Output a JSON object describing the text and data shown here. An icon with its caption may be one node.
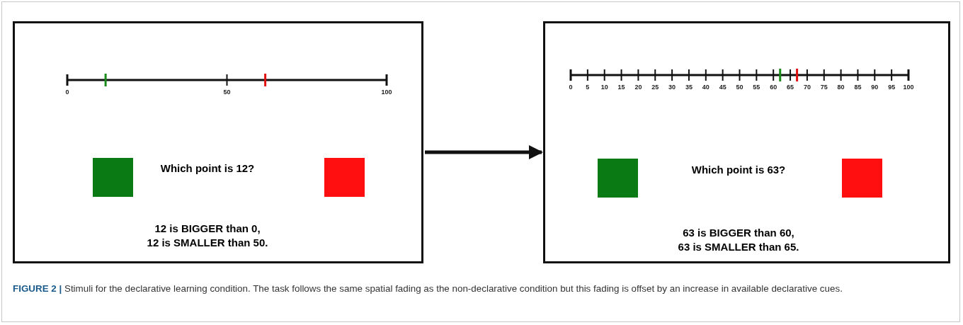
{
  "diagram": {
    "caption": "**FIGURE 2 |** Stimuli for the declarative learning condition. The task follows the same spatial fading as the non-declarative condition but this fading is offset by an increase in available declarative cues.",
    "nodes": [
      {
        "text": [
          "Which point is 12?",
          "12 is BIGGER than 0, 12 is SMALLER than 50."
        ]
      },
      {
        "text": [
          "Which point is 63?",
          "63 is BIGGER than 60, 63 is SMALLER than 65."
        ]
      }
    ],
    "edges": [
      {
        "from": 0,
        "to": 1,
        "arrow": "to"
      }
    ],
    "labels": [
      "0",
      "50",
      "100",
      "0",
      "5",
      "10",
      "15",
      "20",
      "25",
      "30",
      "35",
      "40",
      "45",
      "50",
      "55",
      "60",
      "65",
      "70",
      "75",
      "80",
      "85",
      "90",
      "95",
      "100"
    ]
  }
}
